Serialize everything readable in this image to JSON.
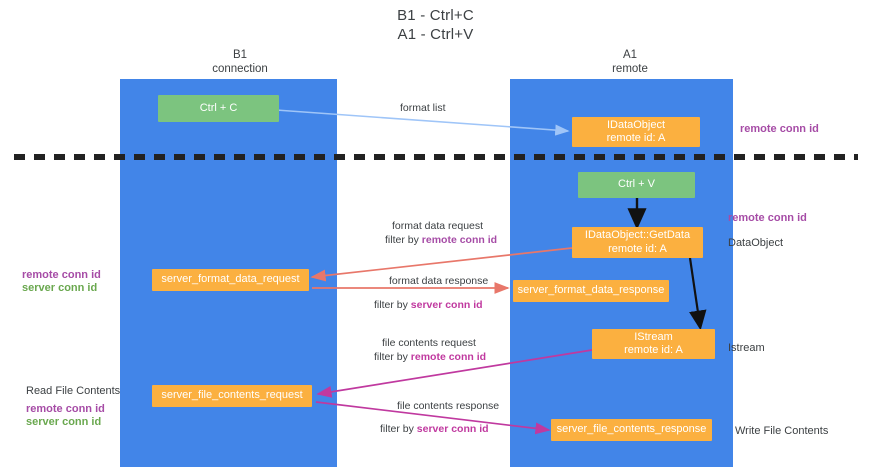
{
  "title": {
    "line1": "B1 - Ctrl+C",
    "line2": "A1 - Ctrl+V"
  },
  "columns": [
    {
      "id": "b1",
      "name": "B1",
      "role": "connection"
    },
    {
      "id": "a1",
      "name": "A1",
      "role": "remote"
    }
  ],
  "nodes": {
    "ctrl_c": {
      "label": "Ctrl + C"
    },
    "ctrl_v": {
      "label": "Ctrl + V"
    },
    "idataobject": {
      "line1": "IDataObject",
      "line2": "remote id: A"
    },
    "getdata": {
      "line1": "IDataObject::GetData",
      "line2": "remote id: A"
    },
    "istream": {
      "line1": "IStream",
      "line2": "remote id: A"
    },
    "server_format_data_request": {
      "label": "server_format_data_request"
    },
    "server_format_data_response": {
      "label": "server_format_data_response"
    },
    "server_file_contents_request": {
      "label": "server_file_contents_request"
    },
    "server_file_contents_response": {
      "label": "server_file_contents_response"
    }
  },
  "captions": {
    "format_list": "format list",
    "format_data_request": "format data request",
    "format_data_request_filter_prefix": "filter by ",
    "format_data_request_filter_key": "remote conn id",
    "format_data_response": "format data response",
    "format_data_response_filter_prefix": "filter by ",
    "format_data_response_filter_key": "server conn id",
    "file_contents_request": "file contents request",
    "file_contents_request_filter_prefix": "filter by ",
    "file_contents_request_filter_key": "remote conn id",
    "file_contents_response": "file contents response",
    "file_contents_response_filter_prefix": "filter by ",
    "file_contents_response_filter_key": "server conn id"
  },
  "side_labels": {
    "right_remote_conn_id_top": "remote conn id",
    "right_remote_conn_id_mid": "remote conn id",
    "right_dataobject": "DataObject",
    "right_istream": "Istream",
    "right_write_file_contents": "Write File Contents",
    "left_remote_conn_id_mid": "remote conn id",
    "left_server_conn_id_mid": "server conn id",
    "left_read_file_contents": "Read File Contents",
    "left_remote_conn_id_bot": "remote conn id",
    "left_server_conn_id_bot": "server conn id"
  },
  "colors": {
    "lane": "#4285e8",
    "green_node": "#7cc47f",
    "orange_node": "#fbb040",
    "remote_conn_id": "#a64ca6",
    "server_conn_id": "#6aa84f",
    "server_conn_id_alt": "#c0399f",
    "arrow_blue": "#9fc5f8",
    "arrow_red": "#e8776a",
    "arrow_magenta": "#c0399f",
    "arrow_black": "#000000",
    "text": "#3c4043"
  }
}
